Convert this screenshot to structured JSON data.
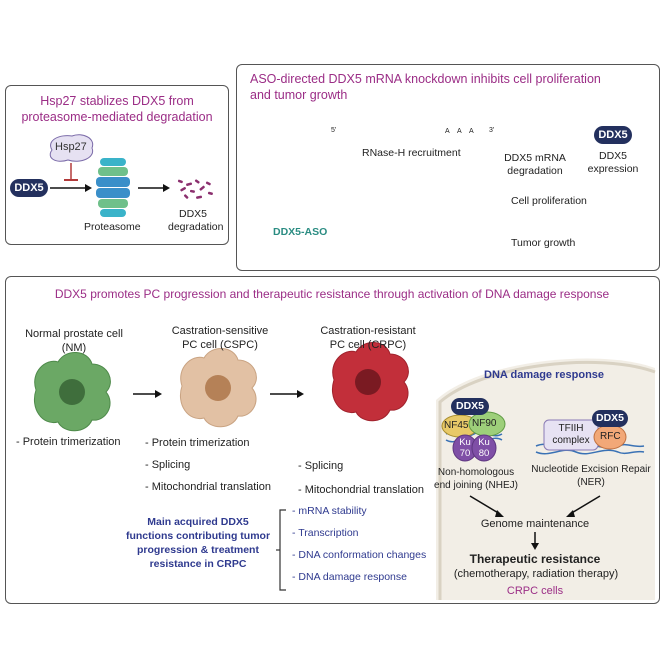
{
  "panel_a": {
    "title_line1": "Hsp27 stablizes DDX5 from",
    "title_line2": "proteasome-mediated degradation",
    "hsp27": "Hsp27",
    "ddx5": "DDX5",
    "proteasome": "Proteasome",
    "degradation_line1": "DDX5",
    "degradation_line2": "degradation"
  },
  "panel_b": {
    "title_line1": "ASO-directed DDX5 mRNA knockdown inhibits cell proliferation",
    "title_line2": "and tumor growth",
    "five_prime": "5'",
    "three_prime": "3'",
    "poly_a": [
      "A",
      "A",
      "A"
    ],
    "rnase_h": "RNase-H recruitment",
    "mrna_deg_line1": "DDX5 mRNA",
    "mrna_deg_line2": "degradation",
    "ddx5": "DDX5",
    "expr_line1": "DDX5",
    "expr_line2": "expression",
    "aso": "DDX5-ASO",
    "cell_prolif": "Cell proliferation",
    "tumor_growth": "Tumor growth"
  },
  "panel_c": {
    "title": "DDX5 promotes PC progression and therapeutic resistance through activation of DNA damage response",
    "nm": {
      "line1": "Normal prostate  cell",
      "line2": "(NM)",
      "functions": [
        "- Protein trimerization"
      ]
    },
    "cspc": {
      "line1": "Castration-sensitive",
      "line2": "PC cell (CSPC)",
      "functions": [
        "- Protein trimerization",
        "- Splicing",
        "- Mitochondrial translation"
      ]
    },
    "crpc": {
      "line1": "Castration-resistant",
      "line2": "PC cell (CRPC)",
      "functions": [
        "- Splicing",
        "- Mitochondrial translation"
      ]
    },
    "acquired_label": [
      "Main acquired DDX5",
      "functions contributing tumor",
      "progression &  treatment",
      "resistance in CRPC"
    ],
    "acquired": [
      "- mRNA stability",
      "- Transcription",
      "- DNA conformation changes",
      "- DNA damage response"
    ],
    "ddr": {
      "title": "DNA damage response",
      "ddx5": "DDX5",
      "nf45": "NF45",
      "nf90": "NF90",
      "ku70": [
        "Ku",
        "70"
      ],
      "ku80": [
        "Ku",
        "80"
      ],
      "nhej": [
        "Non-homologous",
        "end joining (NHEJ)"
      ],
      "tfiih": [
        "TFIIH",
        "complex"
      ],
      "rfc": "RFC",
      "ner": [
        "Nucleotide Excision Repair",
        "(NER)"
      ],
      "genome": "Genome maintenance",
      "resistance": "Therapeutic resistance",
      "therapy": "(chemotherapy, radiation therapy)",
      "crpc_cells": "CRPC cells"
    }
  }
}
